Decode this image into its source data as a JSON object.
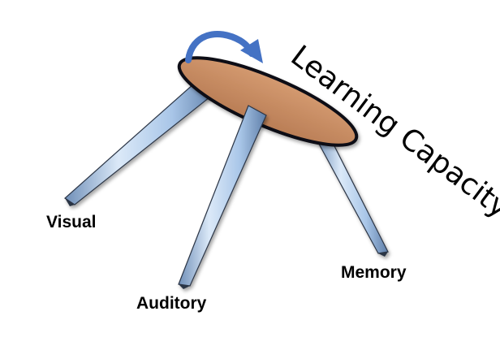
{
  "diagram": {
    "title": "Learning Capacity",
    "legs": [
      {
        "label": "Visual"
      },
      {
        "label": "Auditory"
      },
      {
        "label": "Memory"
      }
    ],
    "colors": {
      "seat_fill": "#c68b62",
      "seat_edge": "#0d0d12",
      "leg_light": "#dbe9f8",
      "leg_mid": "#a9c6e8",
      "leg_dark": "#6f8fb8",
      "leg_outline": "#2b3445",
      "arrow": "#4472c4"
    },
    "icons": {
      "arrow": "curved-rotation-arrow-icon"
    }
  }
}
